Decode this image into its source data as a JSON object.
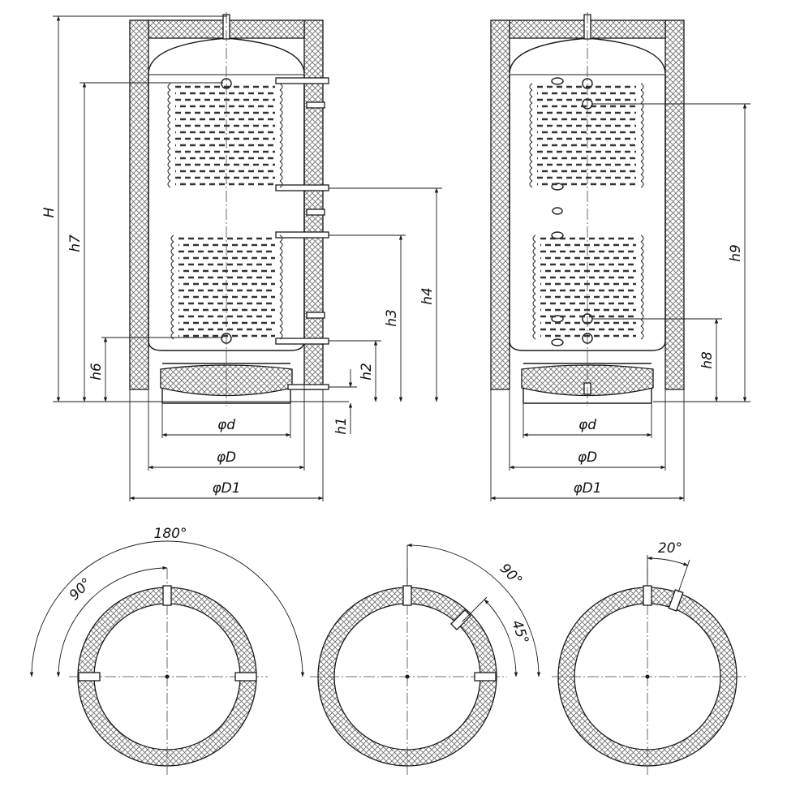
{
  "labels": {
    "H": "H",
    "h1": "h1",
    "h2": "h2",
    "h3": "h3",
    "h4": "h4",
    "h6": "h6",
    "h7": "h7",
    "h8": "h8",
    "h9": "h9",
    "d": "φd",
    "D": "φD",
    "D1": "φD1"
  },
  "angles": {
    "a180": "180°",
    "a90_left": "90°",
    "a90_mid": "90°",
    "a45": "45°",
    "a20": "20°"
  },
  "colors": {
    "line": "#1a1a1a",
    "hatch": "#6a6a6a"
  }
}
